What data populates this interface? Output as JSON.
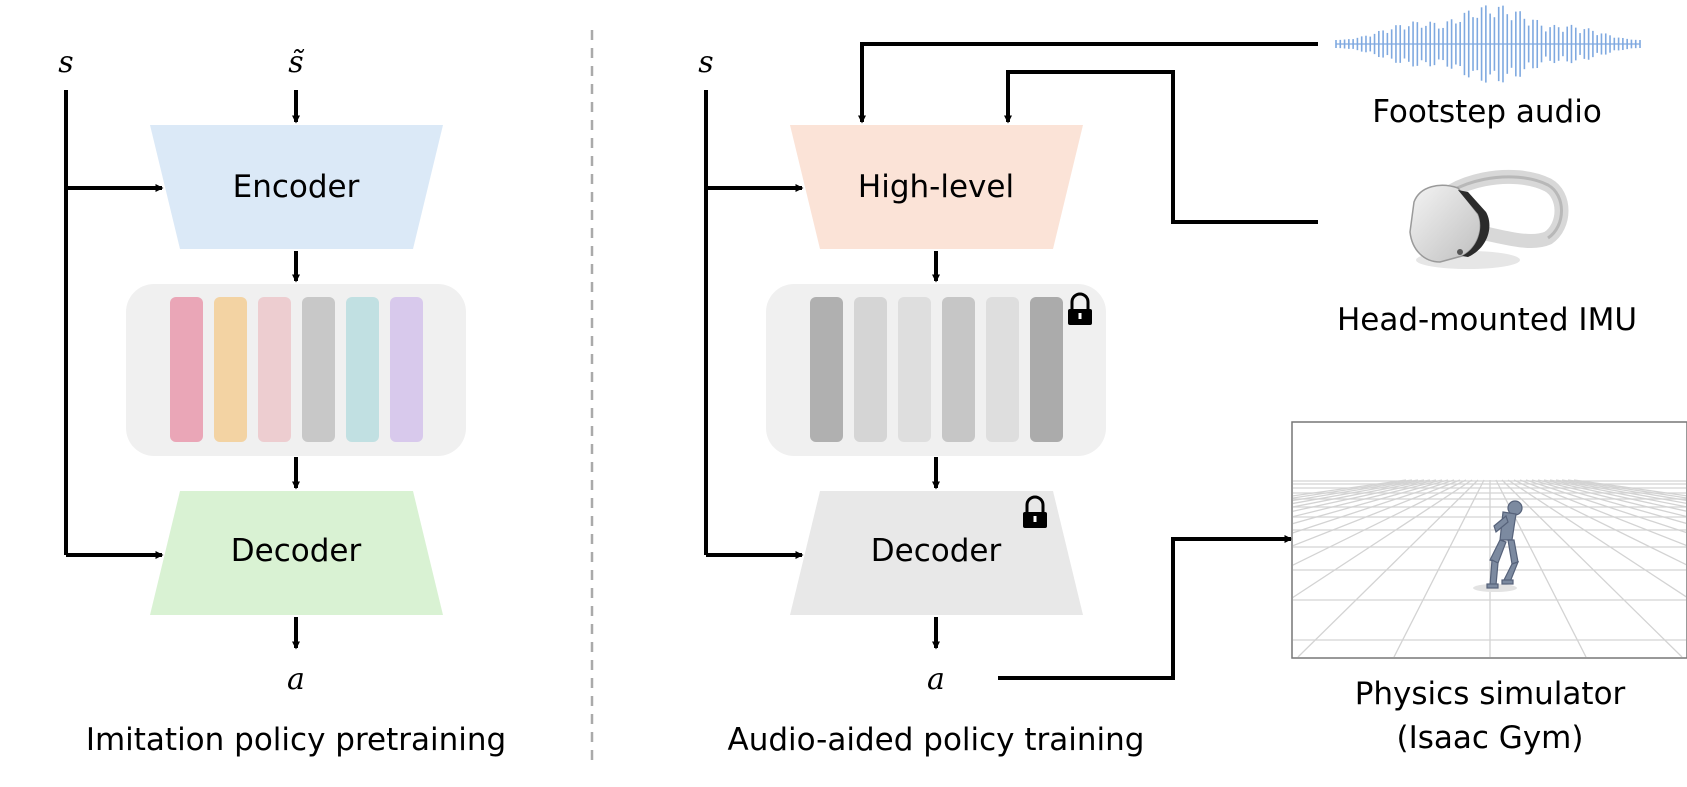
{
  "left_panel": {
    "caption": "Imitation policy pretraining",
    "input_s": "s",
    "input_s_tilde": "s̃",
    "encoder_label": "Encoder",
    "decoder_label": "Decoder",
    "output_a": "a",
    "encoder_color": "#dbe9f7",
    "decoder_color": "#d9f2d3",
    "latent_bg_color": "#f0f0f0",
    "latent_colors": [
      "#eaa6b7",
      "#f3d3a3",
      "#edcdd0",
      "#c8c8c8",
      "#c1e0e2",
      "#d8c9ec"
    ]
  },
  "right_panel": {
    "caption": "Audio-aided policy training",
    "input_s": "s",
    "highlevel_label": "High-level",
    "decoder_label": "Decoder",
    "output_a": "a",
    "highlevel_color": "#fbe3d7",
    "decoder_color": "#e8e8e8",
    "latent_bg_color": "#f0f0f0",
    "latent_colors": [
      "#b0b0b0",
      "#d5d5d5",
      "#dedede",
      "#c6c6c6",
      "#dedede",
      "#ababab"
    ],
    "lock_icons": [
      "latent-lock-icon",
      "decoder-lock-icon"
    ]
  },
  "sources": {
    "audio_label": "Footstep audio",
    "imu_label": "Head-mounted IMU",
    "simulator_label_line1": "Physics simulator",
    "simulator_label_line2": "(Isaac Gym)",
    "waveform_color": "#7fa9e0"
  },
  "divider_color": "#aaaaaa"
}
